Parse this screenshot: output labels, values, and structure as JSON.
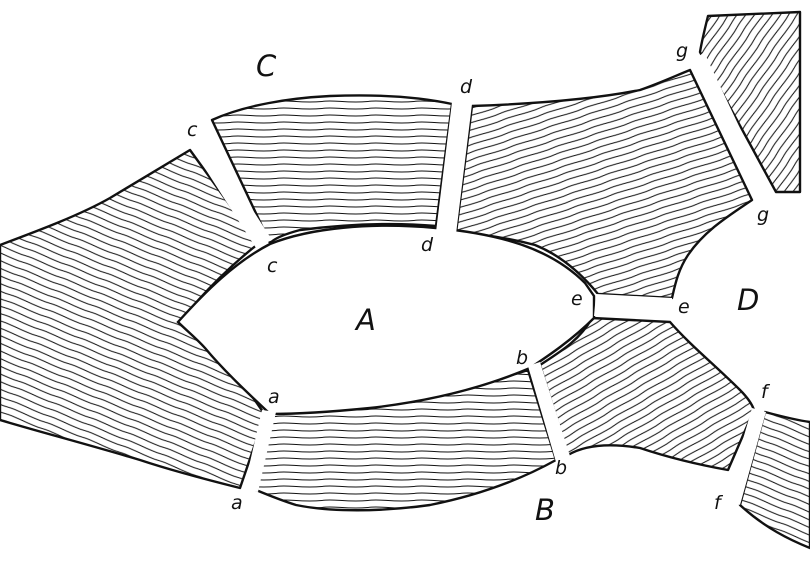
{
  "figure": {
    "ink_color": "#111111",
    "paper_color": "#ffffff",
    "region_labels": {
      "A": "A",
      "B": "B",
      "C": "C",
      "D": "D"
    },
    "joint_labels": {
      "a": "a",
      "b": "b",
      "c": "c",
      "d": "d",
      "e": "e",
      "f": "f",
      "g": "g"
    }
  }
}
